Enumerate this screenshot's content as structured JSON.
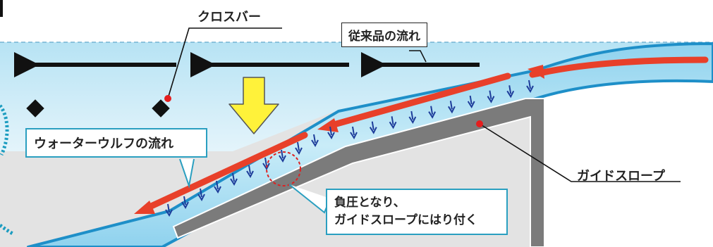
{
  "labels": {
    "crossbar": "クロスバー",
    "conventional_flow": "従来品の流れ",
    "water_wolf_flow": "ウォーターウルフの流れ",
    "guide_slope": "ガイドスロープ",
    "negative_pressure_line1": "負圧となり、",
    "negative_pressure_line2": "ガイドスロープにはり付く"
  },
  "colors": {
    "water": "#9fd8ef",
    "water_edge": "#1e8fc8",
    "background_panel": "#e3e3e3",
    "slope": "#7b7b7b",
    "red_arrow": "#e8402a",
    "black_arrow": "#111111",
    "yellow_arrow": "#fff23a",
    "pressure_arrow": "#1d3c9a",
    "callout_border": "#2a9fc0"
  },
  "icons": {
    "marker": "diamond-marker-icon",
    "point": "red-dot-icon"
  }
}
